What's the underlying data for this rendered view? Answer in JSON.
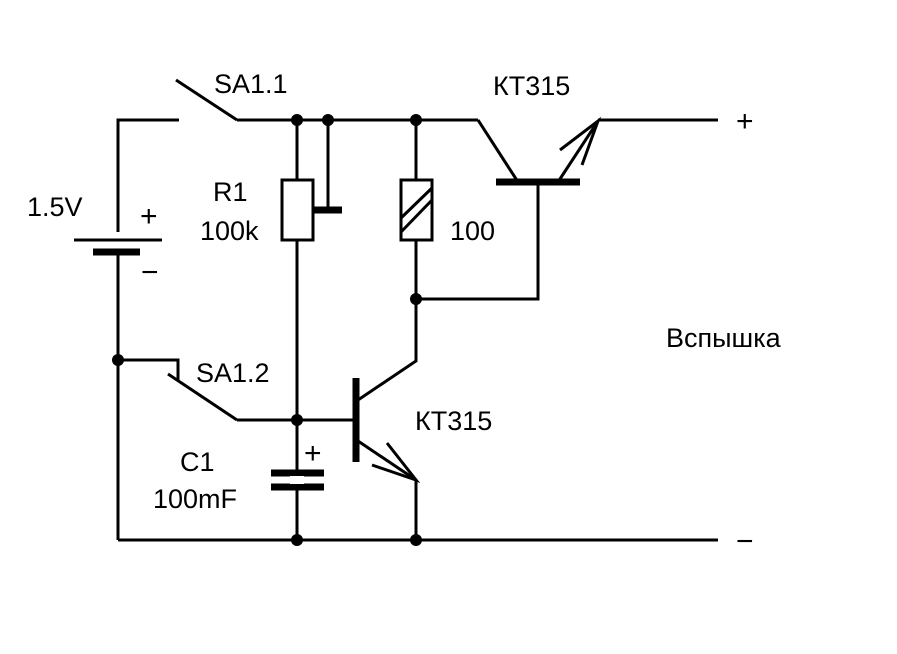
{
  "diagram": {
    "type": "circuit-schematic",
    "labels": {
      "battery_voltage": "1.5V",
      "battery_plus": "+",
      "battery_minus": "−",
      "switch1": "SA1.1",
      "switch2": "SA1.2",
      "r1_name": "R1",
      "r1_value": "100k",
      "r_heater_value": "100",
      "c1_name": "C1",
      "c1_value": "100mF",
      "c1_plus": "+",
      "transistor_top": "КТ315",
      "transistor_bottom": "КТ315",
      "output_plus": "+",
      "output_minus": "−",
      "load": "Вспышка"
    },
    "colors": {
      "line": "#000000",
      "background": "#ffffff"
    }
  }
}
